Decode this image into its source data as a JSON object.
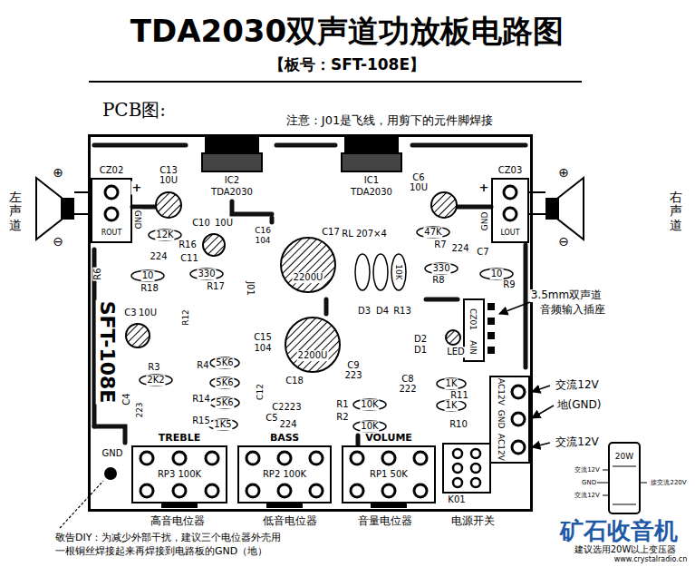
{
  "diagram": {
    "title": "TDA2030双声道功放板电路图",
    "nodes": [
      {
        "text": [
          "SFT-108E"
        ]
      },
      {
        "text": [
          "左声道"
        ]
      },
      {
        "text": [
          "右声道"
        ]
      },
      {
        "text": [
          "CZ02",
          "ROUT"
        ],
        "in": 0
      },
      {
        "text": [
          "CZ03",
          "LOUT"
        ],
        "in": 0
      },
      {
        "text": [
          "IC2",
          "TDA2030"
        ],
        "in": 0
      },
      {
        "text": [
          "IC1",
          "TDA2030"
        ],
        "in": 0
      },
      {
        "text": [
          "C17",
          "2200U"
        ],
        "in": 0
      },
      {
        "text": [
          "2200U"
        ],
        "in": 0
      },
      {
        "text": [
          "TREBLE",
          "RP3 100K"
        ],
        "in": 0
      },
      {
        "text": [
          "BASS",
          "RP2 100K"
        ],
        "in": 0
      },
      {
        "text": [
          "VOLUME",
          "RP1 50K"
        ],
        "in": 0
      },
      {
        "text": [
          "K01"
        ],
        "in": 0
      }
    ],
    "edges": [
      {
        "from": 1,
        "to": 3,
        "arrow": "none"
      },
      {
        "from": 2,
        "to": 4,
        "arrow": "none"
      }
    ],
    "labels": [
      "【板号：SFT-108E】",
      "PCB图:",
      "注意：J01是飞线，用剪下的元件脚焊接",
      "⊕",
      "⊖",
      "⊕",
      "⊖",
      "+",
      "GND",
      "C13",
      "10U",
      "C6",
      "10U",
      "+",
      "GND",
      "C10",
      "10U",
      "C16",
      "104",
      "RL 207×4",
      "47K",
      "R7",
      "224",
      "C7",
      "R16",
      "C11",
      "224",
      "12K",
      "R6",
      "10",
      "R18",
      "330",
      "R17",
      "J01",
      "10K",
      "330",
      "R8",
      "10",
      "R9",
      "D3",
      "D4",
      "R13",
      "C3",
      "10U",
      "R12",
      "C15",
      "104",
      "D2",
      "D1",
      "LED",
      "R3",
      "2K2",
      "R4",
      "5K6",
      "5K6",
      "R14",
      "5K6",
      "R15",
      "1K5",
      "C12",
      "C18",
      "C9",
      "223",
      "C8",
      "222",
      "C2",
      "223",
      "C5",
      "224",
      "R1",
      "10K",
      "R2",
      "10K",
      "1K",
      "R11",
      "1K",
      "R10",
      "C4",
      "223",
      "AC12V",
      "GND",
      "AC12V",
      "CZ01",
      "AIN",
      "GND",
      "3.5mm双声道",
      "音频输入插座",
      "交流12V",
      "地(GND)",
      "交流12V",
      "高音电位器",
      "低音电位器",
      "音量电位器",
      "电源开关",
      "敬告DIY：为减少外部干扰，建议三个电位器外壳用",
      "一根铜丝焊接起来再焊接到电路板的GND（地）",
      "20W",
      "交流12V",
      "GND",
      "交流12V",
      "接交流220V",
      "矿石收音机",
      "建议选用20W以上变压器",
      "www.crystalradio.cn"
    ]
  }
}
